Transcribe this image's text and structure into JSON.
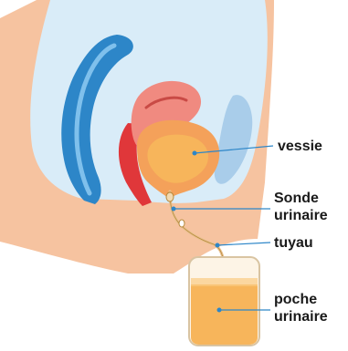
{
  "labels": {
    "vessie": "vessie",
    "sonde_line1": "Sonde",
    "sonde_line2": "urinaire",
    "tuyau": "tuyau",
    "poche_line1": "poche",
    "poche_line2": "urinaire"
  },
  "colors": {
    "skin": "#f6c3a0",
    "pelvis_bg": "#d9ecf8",
    "intestine": "#2d86c8",
    "uterus": "#f08a80",
    "bladder": "#f4a15a",
    "urine": "#f7b55b",
    "leader_line": "#2d86c8"
  }
}
